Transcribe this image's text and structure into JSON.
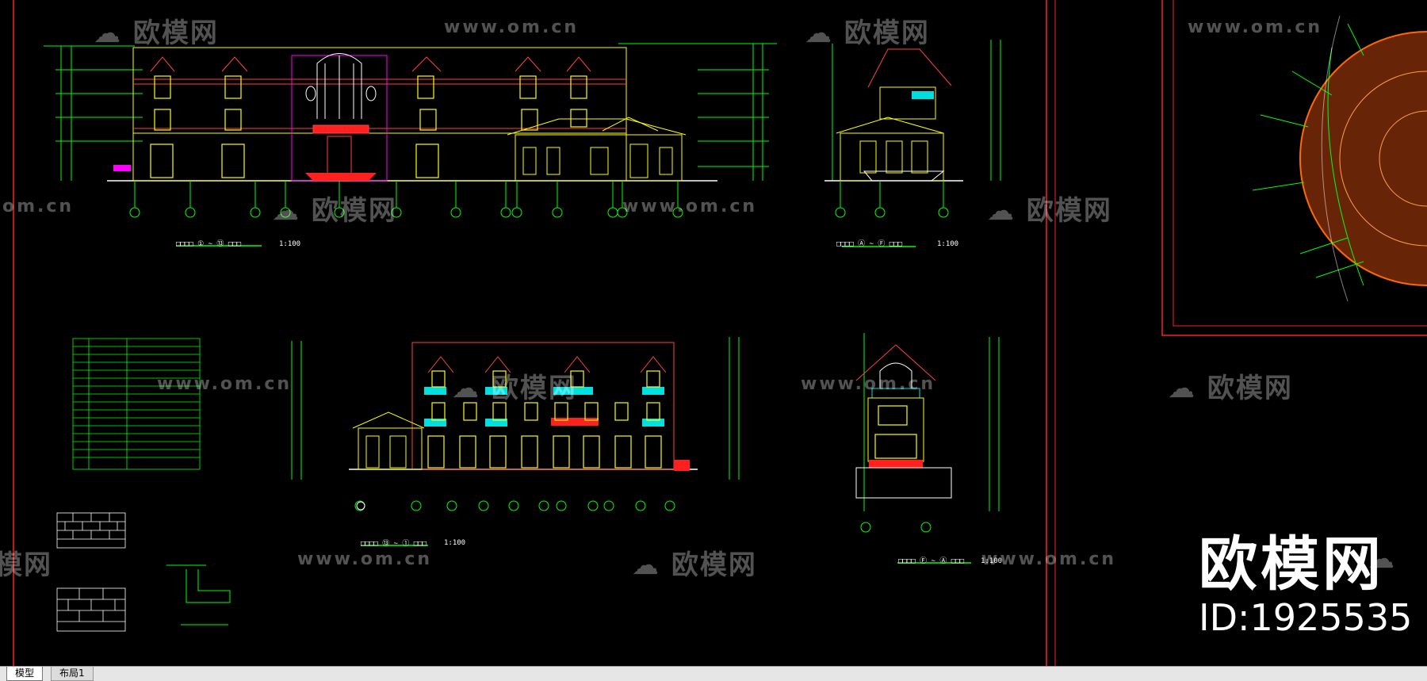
{
  "watermark": {
    "logo_text": "欧模网",
    "url_text": "www.om.cn",
    "url_partial": "om.cn",
    "logo_partial": "模网"
  },
  "brand": {
    "name": "欧模网",
    "id_label": "ID:1925535"
  },
  "tabs": [
    {
      "label": "模型",
      "active": true
    },
    {
      "label": "布局1",
      "active": false
    }
  ],
  "colors": {
    "background": "#000000",
    "frame_red": "#ff2020",
    "dim_green": "#00ff00",
    "wall_yellow": "#ffff00",
    "glass_cyan": "#00ffff",
    "roof_red": "#ff4040",
    "magenta": "#ff00ff",
    "white": "#ffffff"
  }
}
